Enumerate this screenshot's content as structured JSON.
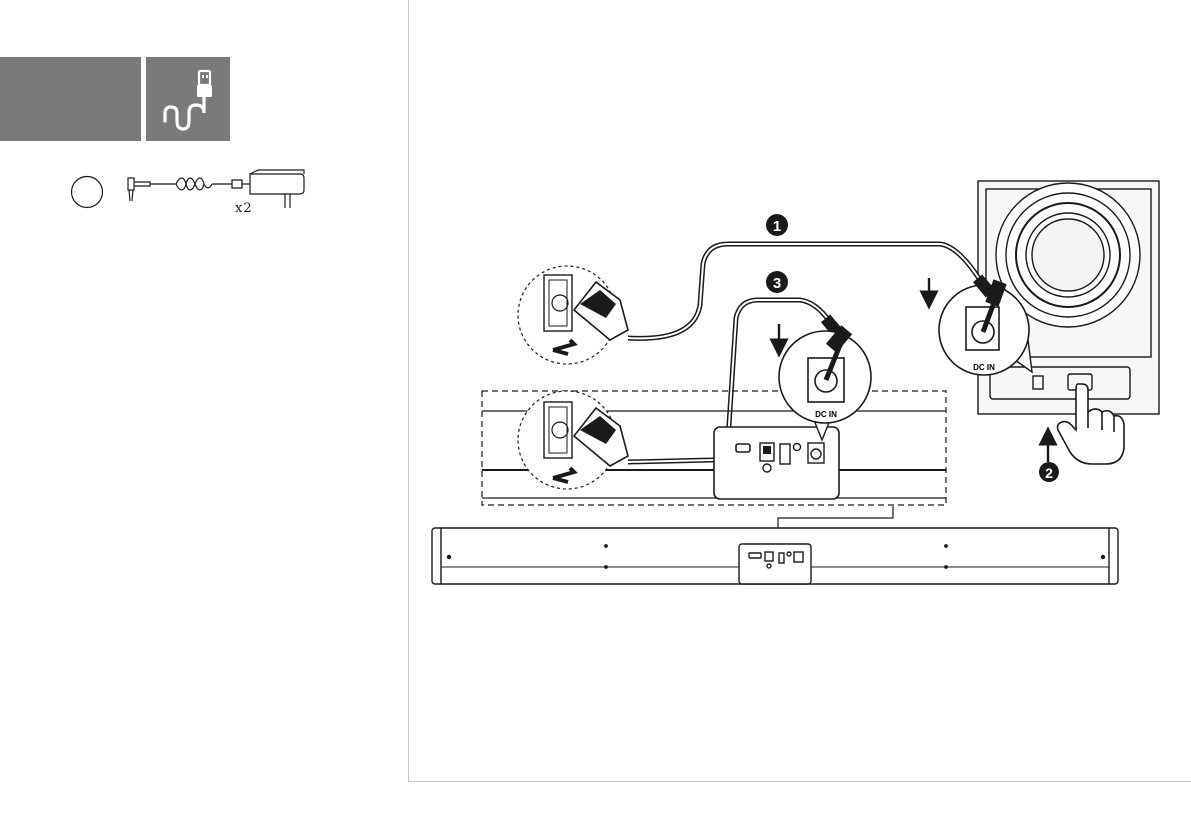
{
  "accessory": {
    "icon": "usb-cable-icon",
    "item_icon": "power-adapter-icon",
    "quantity": "x2"
  },
  "steps": [
    {
      "badge": "1",
      "icon": "number-badge-icon"
    },
    {
      "badge": "2",
      "icon": "number-badge-icon"
    },
    {
      "badge": "3",
      "icon": "number-badge-icon"
    }
  ],
  "callouts": {
    "subwoofer_port": "DC IN",
    "soundbar_port": "DC IN"
  },
  "colors": {
    "header_gray": "#7a7a7a",
    "line": "#1a1a1a",
    "divider": "#c8c8c8",
    "panel_fill": "#f2f2f2"
  }
}
